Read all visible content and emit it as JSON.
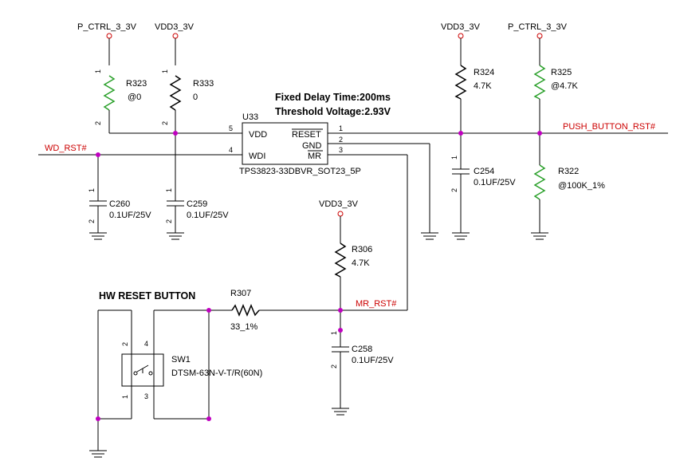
{
  "power": {
    "p_ctrl_left": "P_CTRL_3_3V",
    "vdd_left": "VDD3_3V",
    "vdd_right": "VDD3_3V",
    "p_ctrl_right": "P_CTRL_3_3V",
    "vdd_mid": "VDD3_3V"
  },
  "nets": {
    "wd_rst": "WD_RST#",
    "push_button_rst": "PUSH_BUTTON_RST#",
    "mr_rst": "MR_RST#"
  },
  "notes": {
    "delay": "Fixed Delay Time:200ms",
    "threshold": "Threshold Voltage:2.93V",
    "hw_reset": "HW RESET BUTTON"
  },
  "ic": {
    "ref": "U33",
    "part": "TPS3823-33DBVR_SOT23_5P",
    "pin_vdd": "VDD",
    "pin_wdi": "WDI",
    "pin_reset": "RESET",
    "pin_gnd": "GND",
    "pin_mr": "MR",
    "n5": "5",
    "n4": "4",
    "n1": "1",
    "n2": "2",
    "n3": "3"
  },
  "resistors": {
    "r323": {
      "ref": "R323",
      "val": "@0"
    },
    "r333": {
      "ref": "R333",
      "val": "0"
    },
    "r324": {
      "ref": "R324",
      "val": "4.7K"
    },
    "r325": {
      "ref": "R325",
      "val": "@4.7K"
    },
    "r322": {
      "ref": "R322",
      "val": "@100K_1%"
    },
    "r306": {
      "ref": "R306",
      "val": "4.7K"
    },
    "r307": {
      "ref": "R307",
      "val": "33_1%"
    }
  },
  "capacitors": {
    "c260": {
      "ref": "C260",
      "val": "0.1UF/25V"
    },
    "c259": {
      "ref": "C259",
      "val": "0.1UF/25V"
    },
    "c254": {
      "ref": "C254",
      "val": "0.1UF/25V"
    },
    "c258": {
      "ref": "C258",
      "val": "0.1UF/25V"
    }
  },
  "switch": {
    "ref": "SW1",
    "part": "DTSM-63N-V-T/R(60N)"
  },
  "pins": {
    "one": "1",
    "two": "2",
    "three": "3",
    "four": "4"
  },
  "colors": {
    "wire": "#000000",
    "net_label": "#cc0000",
    "junction": "#c000c0",
    "dnp": "#2aa02a"
  }
}
